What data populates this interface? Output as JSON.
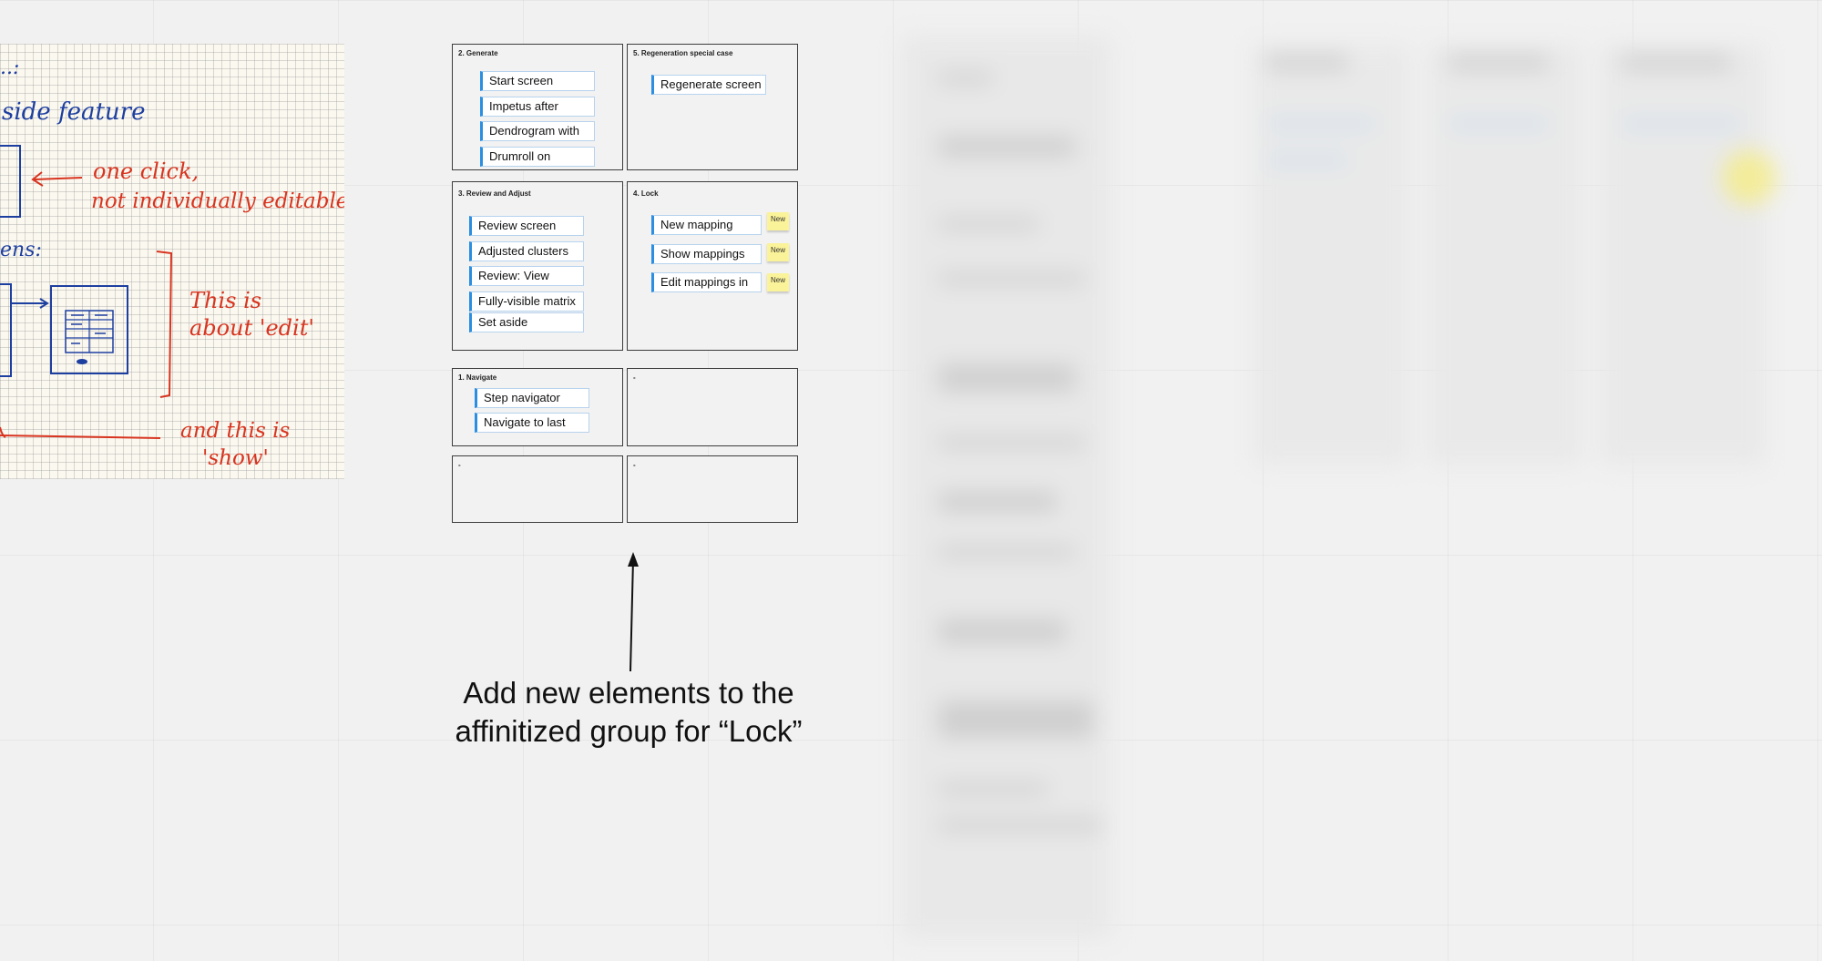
{
  "sketch": {
    "blue_top": "..:",
    "blue_feature": "side feature",
    "red_one_click": "one click,",
    "red_not_editable": "not individually editable",
    "blue_screens": "ens:",
    "red_this_is": "This is",
    "red_about_edit": "about 'edit'",
    "red_and_this": "and this is",
    "red_show": "'show'"
  },
  "frames": [
    {
      "title": "2. Generate",
      "notes": [
        "Start screen",
        "Impetus after",
        "Dendrogram with",
        "Drumroll on"
      ]
    },
    {
      "title": "5. Regeneration special case",
      "notes": [
        "Regenerate screen"
      ]
    },
    {
      "title": "3. Review and Adjust",
      "notes": [
        "Review screen",
        "Adjusted clusters",
        "Review: View",
        "Fully-visible matrix",
        "Set aside"
      ]
    },
    {
      "title": "4. Lock",
      "notes": [
        "New mapping",
        "Show mappings",
        "Edit mappings in"
      ],
      "stickies": [
        "New",
        "New",
        "New"
      ]
    },
    {
      "title": "1. Navigate",
      "notes": [
        "Step navigator",
        "Navigate to last"
      ]
    },
    {
      "title": "-"
    },
    {
      "title": "-"
    },
    {
      "title": "-"
    }
  ],
  "caption": {
    "line1": "Add new elements to the",
    "line2": "affinitized group for “Lock”"
  },
  "colors": {
    "note_accent": "#2b8ee0",
    "sticky": "#fbf39a",
    "ink_red": "#d8341f",
    "ink_blue": "#1d3fa0"
  }
}
